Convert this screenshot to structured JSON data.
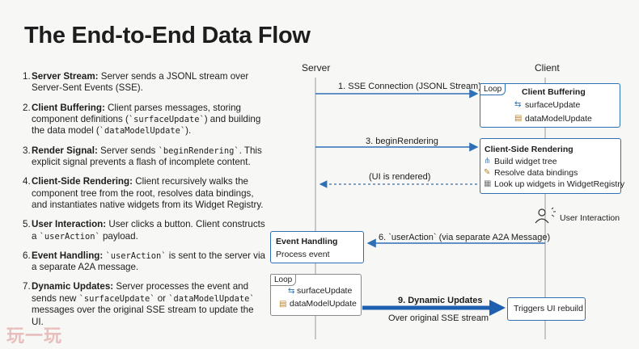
{
  "title": "The End-to-End Data Flow",
  "steps": [
    {
      "num": "1.",
      "head": "Server Stream:",
      "parts": [
        " Server sends a JSONL stream over Server-Sent Events (SSE)."
      ]
    },
    {
      "num": "2.",
      "head": "Client Buffering:",
      "parts": [
        " Client parses messages, storing component definitions (",
        "`surfaceUpdate`",
        ") and building the data model (",
        "`dataModelUpdate`",
        ")."
      ]
    },
    {
      "num": "3.",
      "head": "Render Signal:",
      "parts": [
        " Server sends ",
        "`beginRendering`",
        ". This explicit signal prevents a flash of incomplete content."
      ]
    },
    {
      "num": "4.",
      "head": "Client-Side Rendering:",
      "parts": [
        " Client recursively walks the component tree from the root, resolves data bindings, and instantiates native widgets from its Widget Registry."
      ]
    },
    {
      "num": "5.",
      "head": "User Interaction:",
      "parts": [
        " User clicks a button. Client constructs a ",
        "`userAction`",
        " payload."
      ]
    },
    {
      "num": "6.",
      "head": "Event Handling:",
      "parts": [
        " ",
        "`userAction`",
        " is sent to the server via a separate A2A message."
      ]
    },
    {
      "num": "7.",
      "head": "Dynamic Updates:",
      "parts": [
        " Server processes the event and sends new ",
        "`surfaceUpdate`",
        " or ",
        "`dataModelUpdate`",
        " messages over the original SSE stream to update the UI."
      ]
    }
  ],
  "diagram": {
    "server_label": "Server",
    "client_label": "Client",
    "msg1": "1. SSE Connection (JSONL Stream)",
    "msg3": "3. beginRendering",
    "msg_ui": "(UI is rendered)",
    "msg6": "6. `userAction` (via separate A2A Message)",
    "msg9": "9. Dynamic Updates",
    "msg9_sub": "Over original SSE stream",
    "user_interaction": "User Interaction",
    "client_buffering": {
      "loop": "Loop",
      "title": "Client Buffering",
      "line1": "surfaceUpdate",
      "line2": "dataModelUpdate"
    },
    "client_rendering": {
      "title": "Client-Side Rendering",
      "line1": "Build widget tree",
      "line2": "Resolve data bindings",
      "line3": "Look up widgets in WidgetRegistry"
    },
    "event_handling": {
      "title": "Event Handling",
      "line1": "Process event"
    },
    "server_loop": {
      "loop": "Loop",
      "line1": "surfaceUpdate",
      "line2": "dataModelUpdate"
    },
    "triggers": "Triggers UI rebuild",
    "colors": {
      "blue": "#2f6fb5",
      "gray": "#8a8a8a"
    }
  },
  "watermark": "玩一玩"
}
